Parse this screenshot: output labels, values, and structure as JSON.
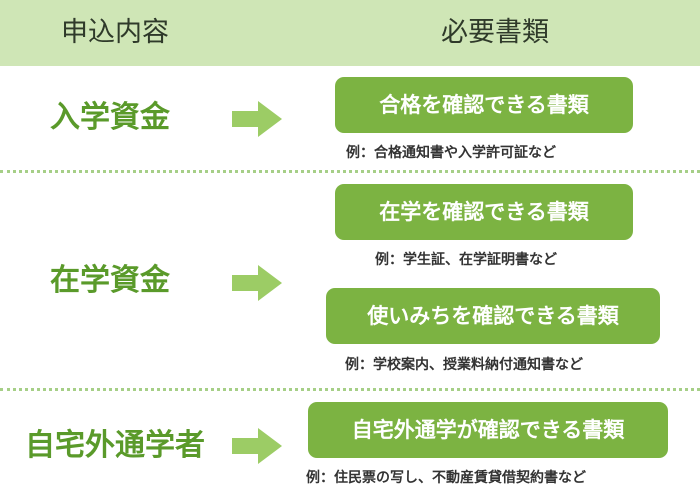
{
  "header": {
    "left": "申込内容",
    "right": "必要書類"
  },
  "colors": {
    "header_bg": "#cfe6b6",
    "label_green": "#5a9a2a",
    "box_green": "#7cb342",
    "arrow_green": "#9ccc65",
    "divider": "#a6cf87"
  },
  "rows": [
    {
      "label": "入学資金",
      "docs": [
        {
          "title": "合格を確認できる書類",
          "example": "例：合格通知書や入学許可証など"
        }
      ]
    },
    {
      "label": "在学資金",
      "docs": [
        {
          "title": "在学を確認できる書類",
          "example": "例：学生証、在学証明書など"
        },
        {
          "title": "使いみちを確認できる書類",
          "example": "例：学校案内、授業料納付通知書など"
        }
      ]
    },
    {
      "label": "自宅外通学者",
      "docs": [
        {
          "title": "自宅外通学が確認できる書類",
          "example": "例：住民票の写し、不動産賃貸借契約書など"
        }
      ]
    }
  ]
}
